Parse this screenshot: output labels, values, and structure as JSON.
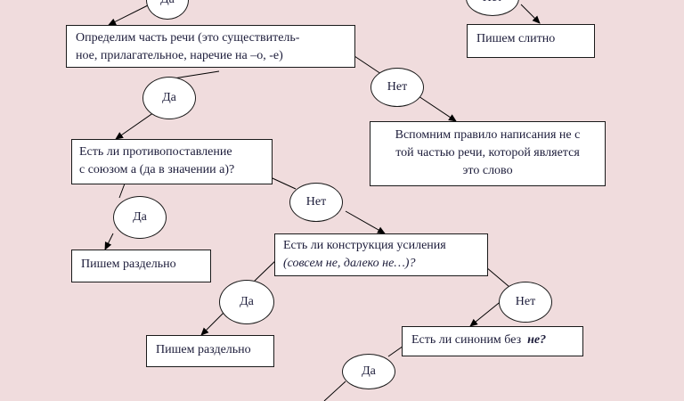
{
  "nodes": {
    "determine": {
      "line1": "Определим часть речи (это  существитель-",
      "line2": "ное, прилагательное, наречие на –о, -е)"
    },
    "write_together": {
      "text": "Пишем слитно"
    },
    "recall_rule": {
      "line1": "Вспомним правило написания не с",
      "line2": "той частью речи, которой является",
      "line3": "это слово"
    },
    "opposition": {
      "line1": "Есть ли противопоставление",
      "line2": "с союзом а (да в значении а)?"
    },
    "write_separately_1": {
      "text": "Пишем раздельно"
    },
    "intensification": {
      "line1": "Есть ли конструкция усиления",
      "line2": "(совсем не, далеко не…)?"
    },
    "write_separately_2": {
      "text": "Пишем раздельно"
    },
    "synonym": {
      "text": "Есть ли синоним без  ",
      "emphasis": "не?"
    }
  },
  "labels": {
    "yes": "Да",
    "no": "Нет"
  }
}
